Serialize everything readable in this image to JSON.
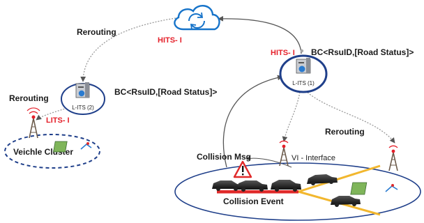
{
  "labels": {
    "rerouting_top": "Rerouting",
    "hits_left": "HITS- I",
    "hits_right": "HITS- I",
    "bc_right": "BC<RsuID,[Road Status]>",
    "bc_left": "BC<RsuID,[Road Status]>",
    "rerouting_left": "Rerouting",
    "lits_left": "LITS- I",
    "lits_node_left": "L-ITS (2)",
    "lits_node_right": "L-ITS (1)",
    "rerouting_right": "Rerouting",
    "vehicle_cluster": "Veichle Cluster",
    "collision_msg": "Collision Msg",
    "vi_interface": "VI - Interface",
    "collision_event": "Collision Event"
  },
  "colors": {
    "cluster_outline": "#1f3f8a",
    "red_label": "#e5202a",
    "collision_bar": "#e02a2a",
    "road": "#f2b72e",
    "cloud": "#1673c9"
  },
  "icons": [
    "cloud-sync-icon",
    "rsu-server-icon",
    "antenna-tower-icon",
    "car-icon",
    "warning-icon",
    "map-icon"
  ]
}
